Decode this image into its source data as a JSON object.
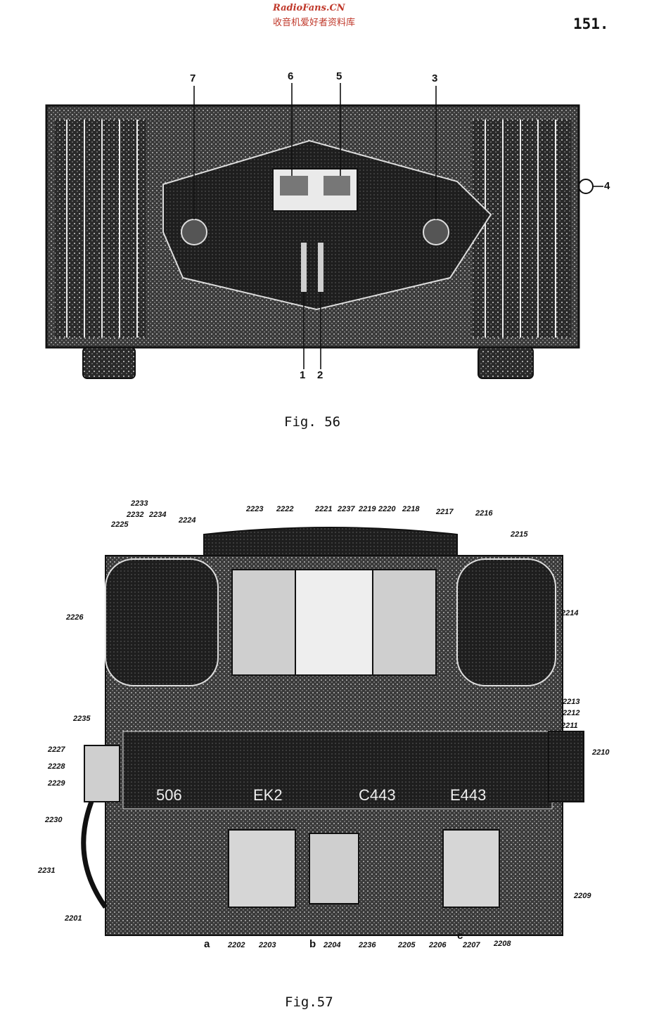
{
  "header": {
    "watermark_site": "RadioFans.CN",
    "watermark_cn": "收音机爱好者资料库",
    "page_number": "151."
  },
  "fig56": {
    "caption": "Fig. 56",
    "labels": {
      "l7": "7",
      "l6": "6",
      "l5": "5",
      "l3": "3",
      "l4": "4",
      "l1": "1",
      "l2": "2"
    }
  },
  "fig57": {
    "caption": "Fig.57",
    "tube_markings": [
      "506",
      "EK2",
      "C443",
      "E443"
    ],
    "labels": {
      "a2233": "2233",
      "a2232": "2232",
      "a2234": "2234",
      "a2225": "2225",
      "a2224": "2224",
      "a2223": "2223",
      "a2222": "2222",
      "a2221": "2221",
      "a2237": "2237",
      "a2219": "2219",
      "a2220t": "2220",
      "a2218": "2218",
      "a2217": "2217",
      "a2216": "2216",
      "a2215": "2215",
      "a2226": "2226",
      "a2214": "2214",
      "a2213": "2213",
      "a2212": "2212",
      "a2211": "2211",
      "a2210": "2210",
      "a2235": "2235",
      "a2227": "2227",
      "a2228": "2228",
      "a2229": "2229",
      "a2230": "2230",
      "a2231": "2231",
      "a2209": "2209",
      "a2201": "2201",
      "aa": "a",
      "a2202": "2202",
      "a2203": "2203",
      "ab": "b",
      "a2204": "2204",
      "a2236": "2236",
      "a2205": "2205",
      "a2206": "2206",
      "ac": "c",
      "a2207": "2207",
      "a2208": "2208"
    }
  }
}
